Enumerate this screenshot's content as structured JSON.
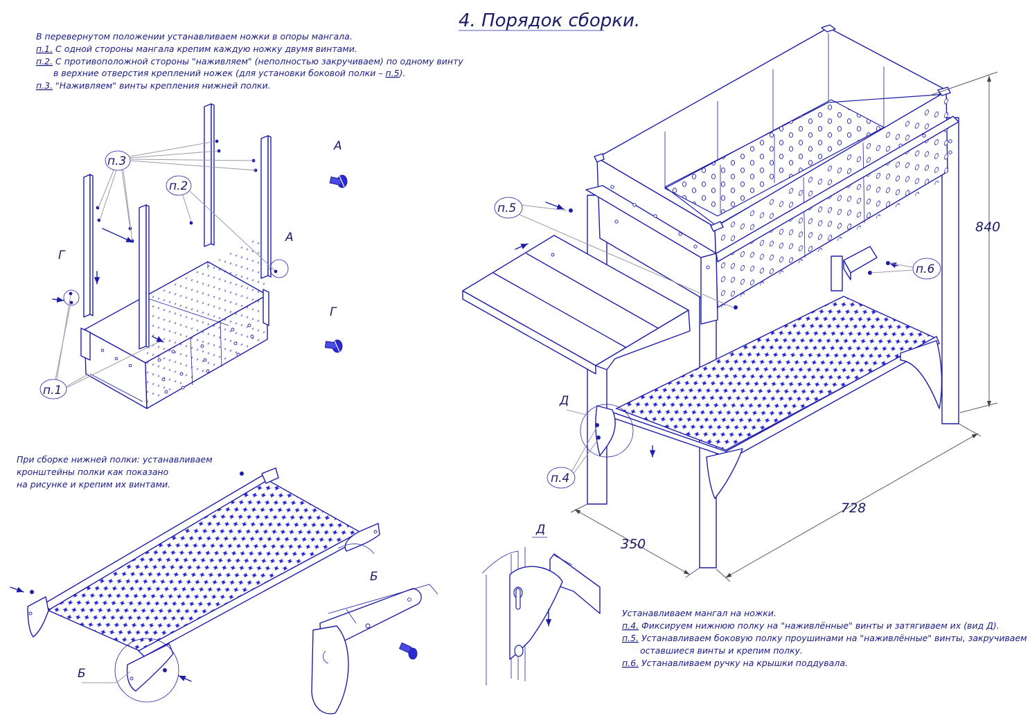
{
  "title": "4. Порядок сборки.",
  "instructions_top": {
    "line1": "В перевернутом положении устанавливаем ножки в опоры мангала.",
    "line2_ref": "п.1.",
    "line2": " С одной стороны мангала крепим каждую ножку двумя винтами.",
    "line3_ref": "п.2.",
    "line3": " С противоположной стороны \"наживляем\" (неполностью закручиваем) по одному винту",
    "line4": "в верхние отверстия креплений ножек (для установки боковой полки – ",
    "line4_ref": "п.5",
    "line4_end": ").",
    "line5_ref": "п.3.",
    "line5": " \"Наживляем\" винты крепления нижней полки."
  },
  "instructions_shelf": {
    "line1": "При сборке нижней полки: устанавливаем",
    "line2": "кронштейны полки как показано",
    "line3": "на рисунке и крепим их винтами."
  },
  "instructions_bottom": {
    "line1": "Устанавливаем мангал на ножки.",
    "line2_ref": "п.4.",
    "line2": " Фиксируем нижнюю полку на \"наживлённые\" винты и затягиваем их (вид Д).",
    "line3_ref": "п.5.",
    "line3": " Устанавливаем боковую полку проушинами на \"наживлённые\" винты, закручиваем",
    "line4": "оставшиеся винты и крепим полку.",
    "line5_ref": "п.6.",
    "line5": " Устанавливаем ручку на крышки поддувала."
  },
  "callouts": {
    "p1": "п.1",
    "p2": "п.2",
    "p3": "п.3",
    "p4": "п.4",
    "p5": "п.5",
    "p6": "п.6"
  },
  "view_labels": {
    "A": "А",
    "G": "Г",
    "B": "Б",
    "D": "Д"
  },
  "dimensions": {
    "height": "840",
    "length": "728",
    "depth": "350"
  },
  "colors": {
    "line": "#1c1ca8",
    "text": "#1a1a66",
    "leader": "#9a9aa8"
  }
}
